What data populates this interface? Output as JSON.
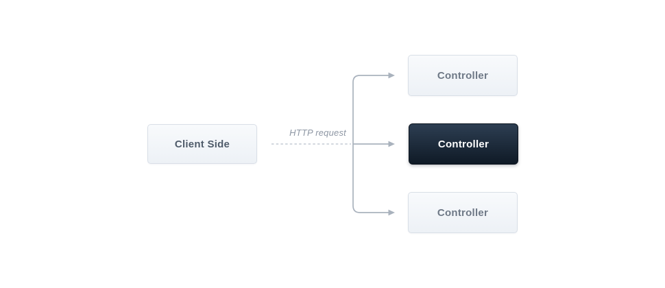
{
  "diagram": {
    "client": {
      "label": "Client Side"
    },
    "connection": {
      "label": "HTTP request",
      "line_style": "dashed"
    },
    "controllers": [
      {
        "label": "Controller",
        "variant": "light",
        "highlighted": false
      },
      {
        "label": "Controller",
        "variant": "dark",
        "highlighted": true
      },
      {
        "label": "Controller",
        "variant": "light",
        "highlighted": false
      }
    ],
    "colors": {
      "background": "#ffffff",
      "connector_line": "#a9b2bd",
      "dashed_line": "#c3cad3",
      "light_node_fill_top": "#f8fafc",
      "light_node_fill_bottom": "#edf1f6",
      "light_node_border": "#d9dfe7",
      "light_node_text": "#6e7886",
      "client_node_text": "#4f5b6a",
      "dark_node_fill_top": "#2d3e52",
      "dark_node_fill_bottom": "#0f1a26",
      "dark_node_text": "#ffffff",
      "annotation_text": "#8d96a3"
    }
  }
}
